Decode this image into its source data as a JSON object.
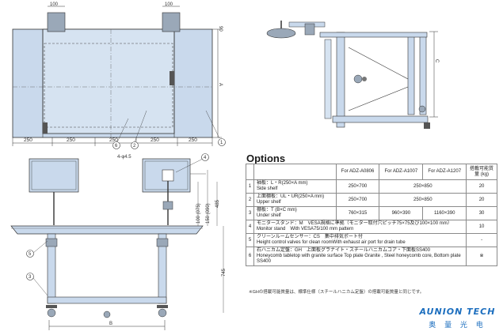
{
  "top_view": {
    "dim_top_left": "100",
    "dim_top_right": "100",
    "dim_right_top": "90",
    "dim_right_a": "A",
    "dims_bottom": [
      "250",
      "250",
      "250",
      "250",
      "250"
    ],
    "callouts": [
      "6",
      "2",
      "1"
    ]
  },
  "side_view": {
    "dim_c": "C"
  },
  "front_view": {
    "hole_spec": "4-φ4.5",
    "callouts": [
      "4",
      "5",
      "3"
    ],
    "dims_vertical": [
      "100 (075)",
      "150 (090)",
      "485",
      "745"
    ],
    "dim_b": "B"
  },
  "options": {
    "title": "Options",
    "headers": [
      "",
      "",
      "For ADZ-A0806",
      "For ADZ-A1007",
      "For ADZ-A1207",
      "搭載可能質量 (kg)"
    ],
    "rows": [
      {
        "no": "1",
        "name_jp": "袖板：L・R(250×A mm)",
        "name_en": "Side shelf",
        "a0806": "250×700",
        "a1007_a1207": "250×850",
        "mass": "20"
      },
      {
        "no": "2",
        "name_jp": "上面棚板：UL・UR(250×A mm)",
        "name_en": "Upper shelf",
        "a0806": "250×700",
        "a1007_a1207": "250×850",
        "mass": "20"
      },
      {
        "no": "3",
        "name_jp": "棚板：T (B×C mm)",
        "name_en": "Under shelf",
        "a0806": "760×315",
        "a1007": "960×390",
        "a1207": "1160×390",
        "mass": "30"
      },
      {
        "no": "4",
        "text_jp": "モニタースタンド：M　VESA規格に準拠（モニター取付穴ピッチ75×75及び100×100 mm）",
        "text_en": "Monitor stand　With VESA75/100 mm pattern",
        "mass": "10"
      },
      {
        "no": "5",
        "text_jp": "クリーンルームセンサー：CS　集中排気ポート付",
        "text_en": "Height control valves for clean roomWith exhaust air port for drain tube",
        "mass": "-"
      },
      {
        "no": "6",
        "text_jp": "石ハニカム定盤：GH　上面板グラナイト・スチールハニカムコア・下面板SS400",
        "text_en": "Honeycomb tabletop with granite surface Top plate Granite , Steel honeycomb core, Bottom plate SS400",
        "mass": "※"
      }
    ],
    "note": "※GHの搭載可能質量は、標準仕様（スチールハニカム定盤）の搭載可能質量と同じです。"
  },
  "logo": {
    "en": "AUNION TECH",
    "cn": "奥 量 光 电"
  },
  "colors": {
    "fill": "#c9d9ec",
    "line": "#333333",
    "brand": "#1d6fbf"
  }
}
